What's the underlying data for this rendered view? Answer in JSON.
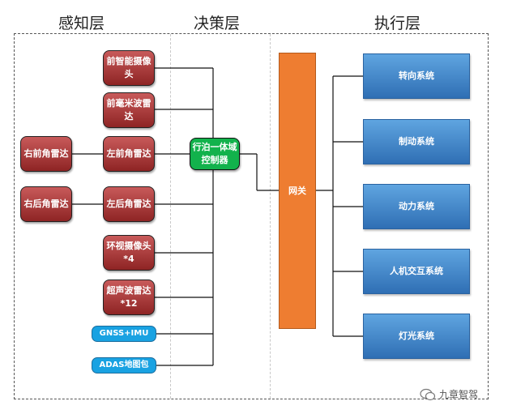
{
  "layers": {
    "perception": "感知层",
    "decision": "决策层",
    "execution": "执行层"
  },
  "sensors": {
    "front_camera": "前智能摄像头",
    "front_mmwave": "前毫米波雷达",
    "right_front_radar": "右前角雷达",
    "left_front_radar": "左前角雷达",
    "right_rear_radar": "右后角雷达",
    "left_rear_radar": "左后角雷达",
    "surround_camera": "环视摄像头*4",
    "ultrasonic": "超声波雷达*12",
    "gnss_imu": "GNSS+IMU",
    "adas_map": "ADAS地图包"
  },
  "controller": "行泊一体域控制器",
  "gateway": "网关",
  "execution_systems": [
    "转向系统",
    "制动系统",
    "动力系统",
    "人机交互系统",
    "灯光系统"
  ],
  "watermark": "九章智驾"
}
